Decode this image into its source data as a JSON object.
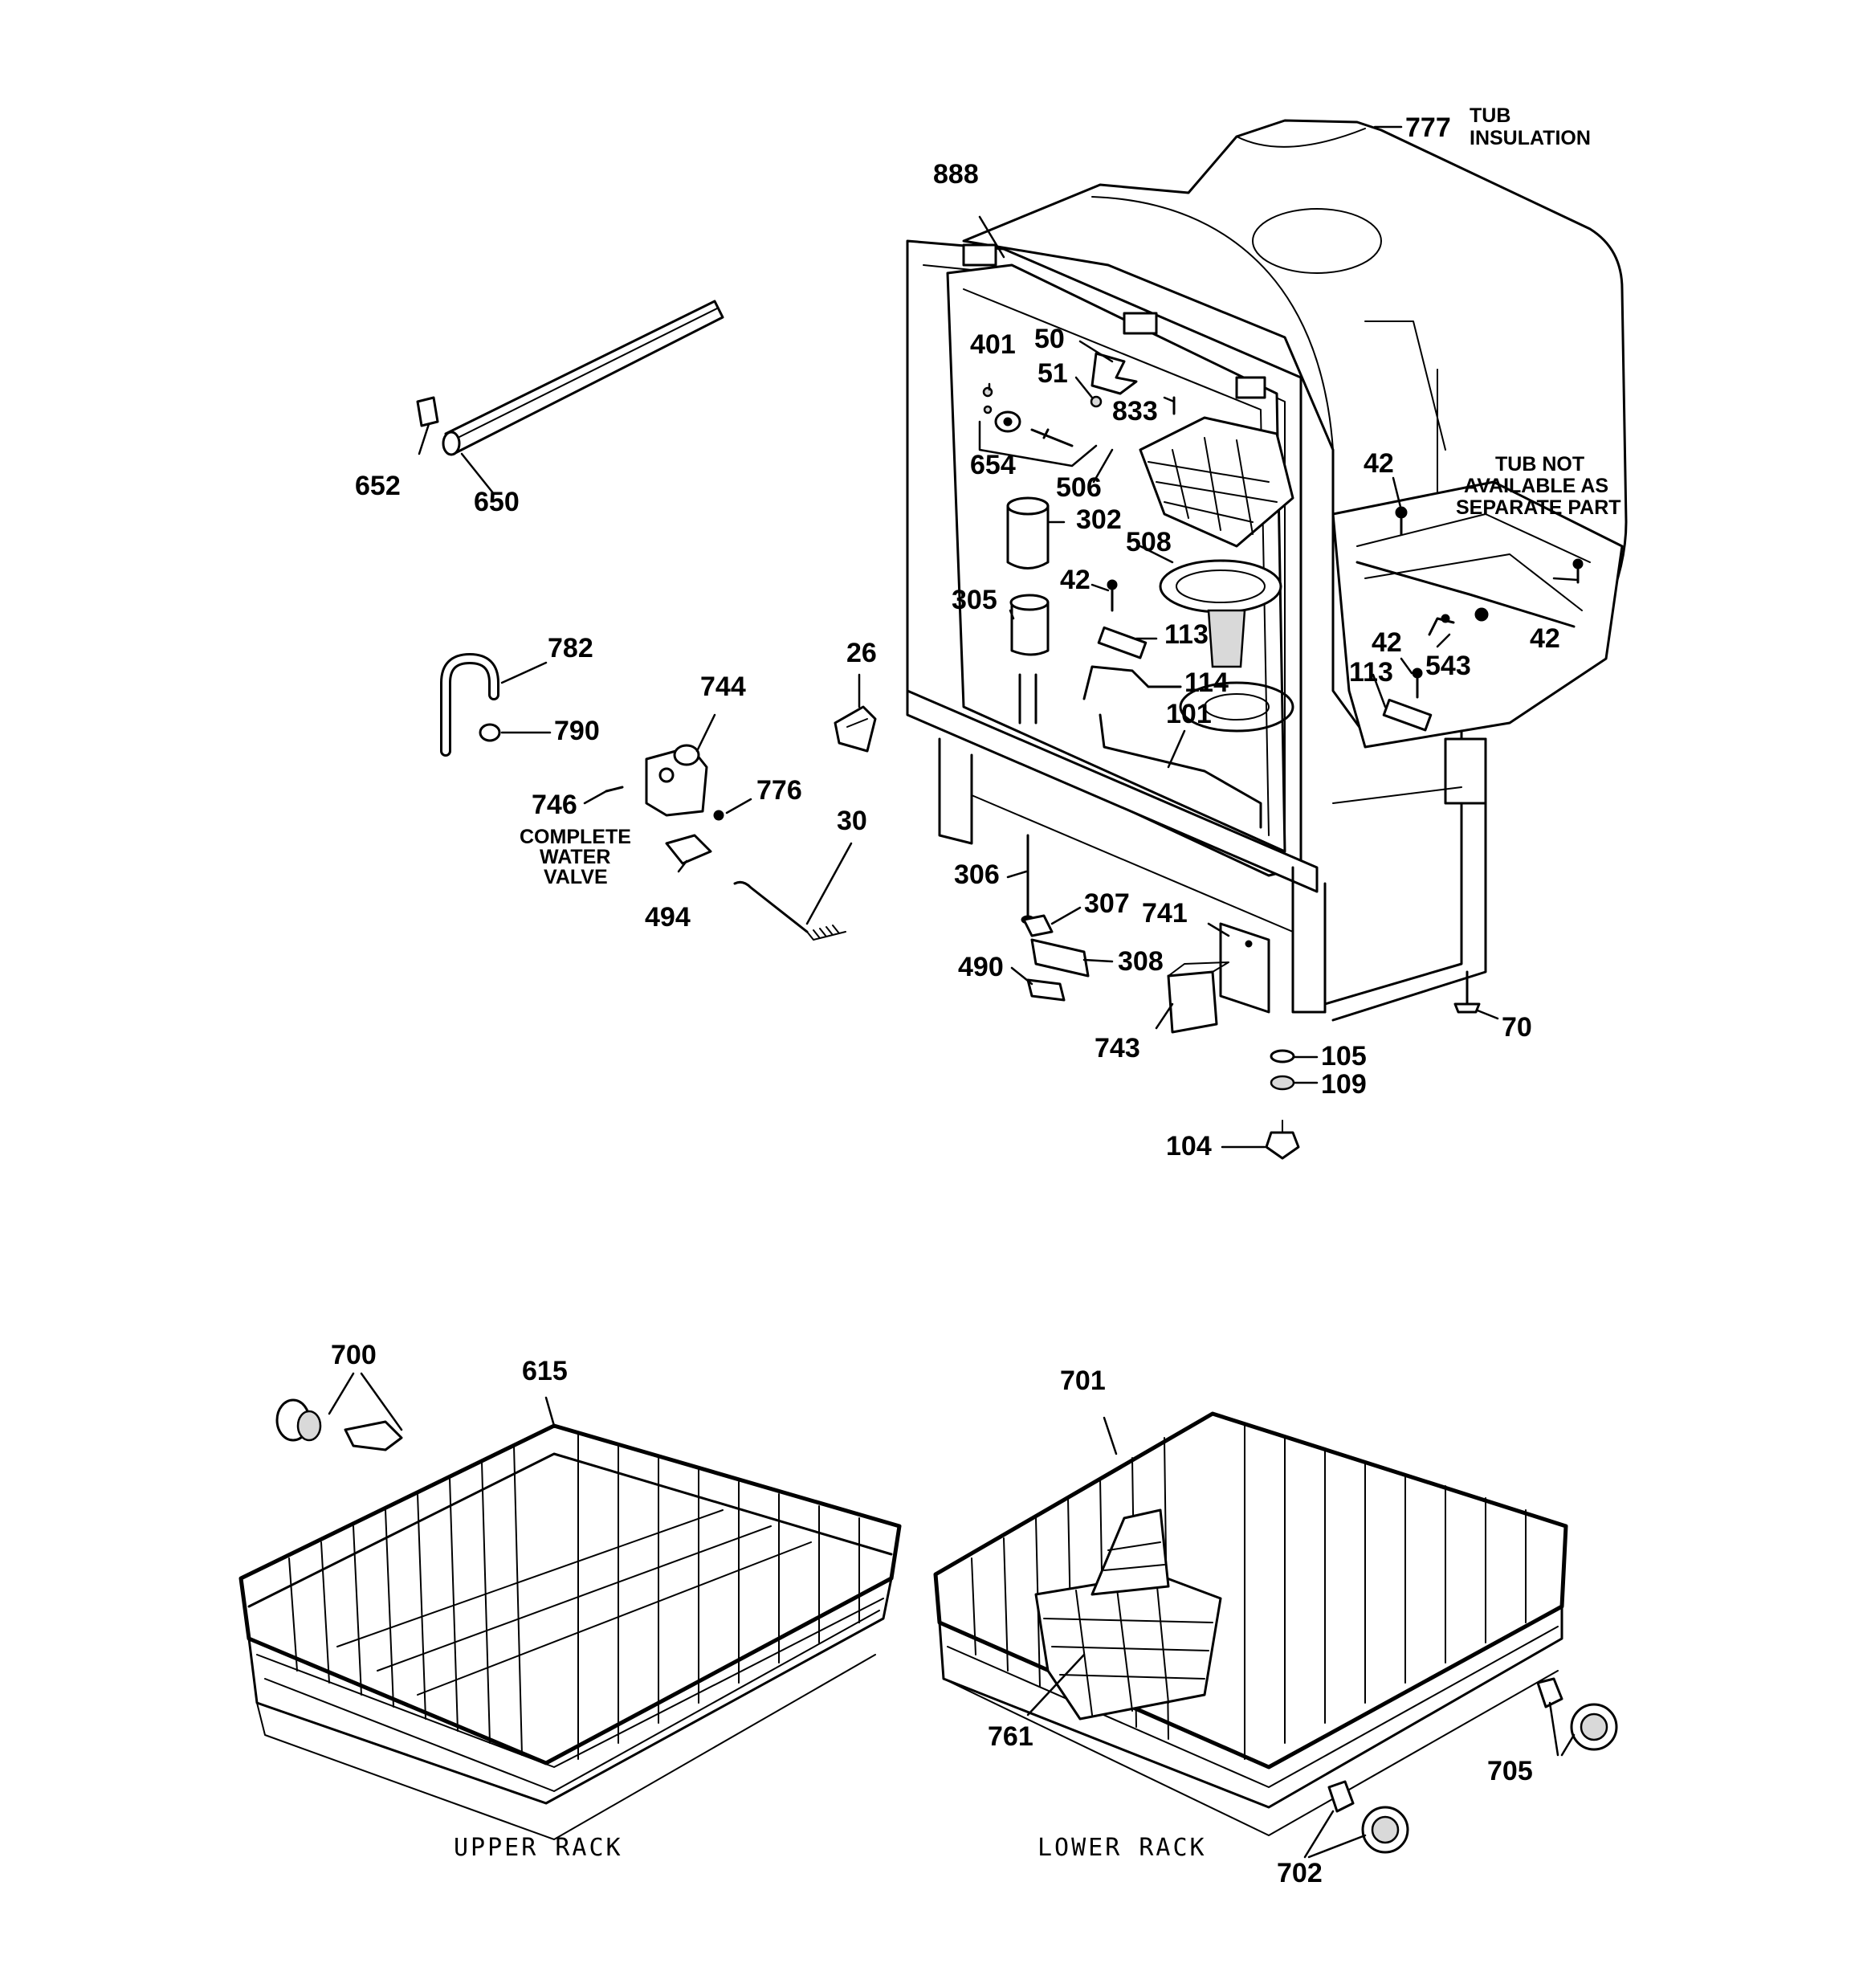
{
  "diagram": {
    "callouts": {
      "n777": "777",
      "n888": "888",
      "n50": "50",
      "n401": "401",
      "n51": "51",
      "n833": "833",
      "n654": "654",
      "n506": "506",
      "n302": "302",
      "n508": "508",
      "n42a": "42",
      "n305": "305",
      "n113a": "113",
      "n114": "114",
      "n101": "101",
      "n42b": "42",
      "n42c": "42",
      "n113b": "113",
      "n543": "543",
      "n42d": "42",
      "n26": "26",
      "n652": "652",
      "n650": "650",
      "n782": "782",
      "n790": "790",
      "n744": "744",
      "n746": "746",
      "n776": "776",
      "n494": "494",
      "n30": "30",
      "n306": "306",
      "n307": "307",
      "n741": "741",
      "n308": "308",
      "n490": "490",
      "n743": "743",
      "n70": "70",
      "n105": "105",
      "n109": "109",
      "n104": "104",
      "n700": "700",
      "n615": "615",
      "n701": "701",
      "n761": "761",
      "n705": "705",
      "n702": "702"
    },
    "notes": {
      "tub_insulation_1": "TUB",
      "tub_insulation_2": "INSULATION",
      "tub_not_available_1": "TUB NOT",
      "tub_not_available_2": "AVAILABLE AS",
      "tub_not_available_3": "SEPARATE PART",
      "complete_water_valve_1": "COMPLETE",
      "complete_water_valve_2": "WATER",
      "complete_water_valve_3": "VALVE"
    },
    "captions": {
      "upper_rack": "UPPER RACK",
      "lower_rack": "LOWER RACK"
    }
  }
}
